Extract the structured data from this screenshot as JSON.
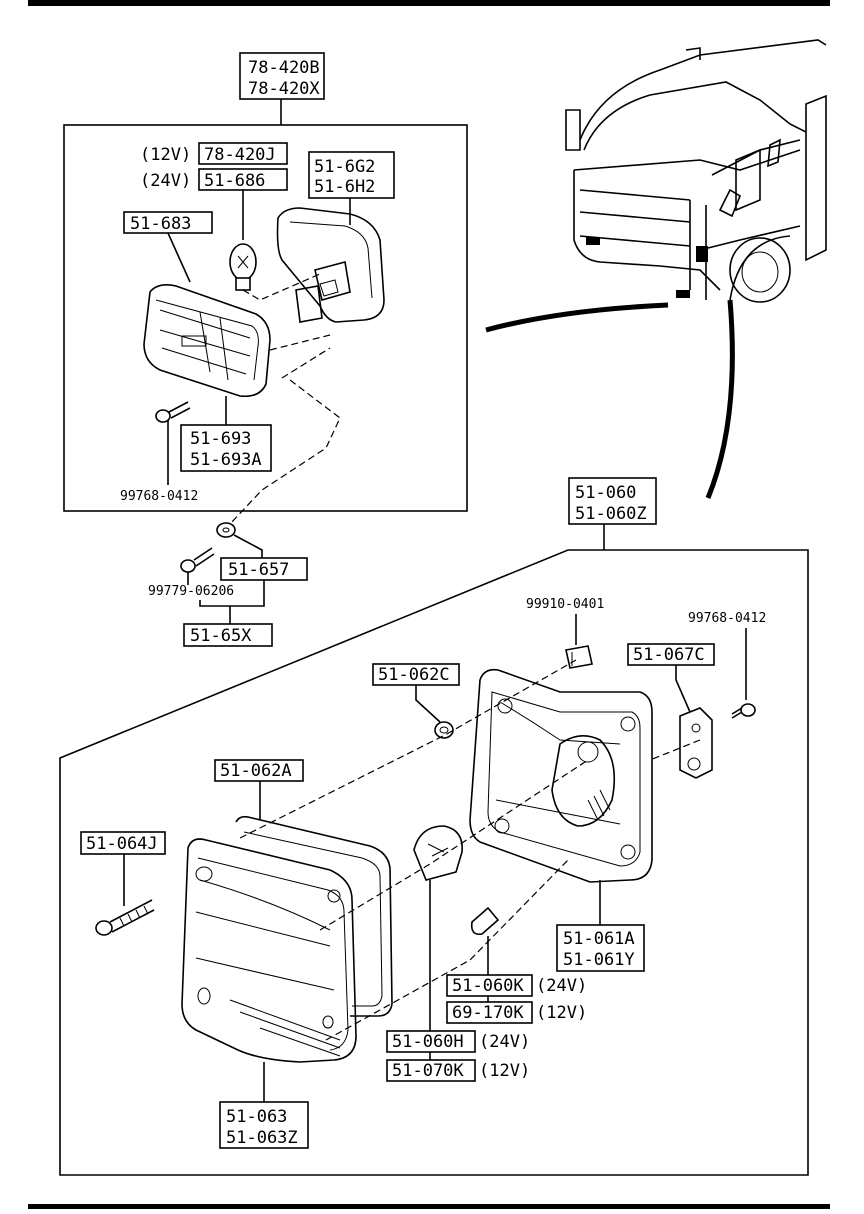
{
  "labels": {
    "top_group_a": "78-420B",
    "top_group_b": "78-420X",
    "bulb_12v_volt": "(12V)",
    "bulb_12v_part": "78-420J",
    "bulb_24v_volt": "(24V)",
    "bulb_24v_part": "51-686",
    "housing_a": "51-6G2",
    "housing_b": "51-6H2",
    "lamp_part": "51-683",
    "lens_a": "51-693",
    "lens_b": "51-693A",
    "screw_top": "99768-0412",
    "washer": "51-657",
    "screw_mid": "99779-06206",
    "kit": "51-65X",
    "side_group_a": "51-060",
    "side_group_b": "51-060Z",
    "clip": "99910-0401",
    "screw_right": "99768-0412",
    "bracket": "51-067C",
    "grommet": "51-062C",
    "gasket": "51-062A",
    "screw_left": "51-064J",
    "socket_a": "51-061A",
    "socket_b": "51-061Y",
    "bulb_small_24v_part": "51-060K",
    "bulb_small_24v_volt": "(24V)",
    "bulb_small_12v_part": "69-170K",
    "bulb_small_12v_volt": "(12V)",
    "bulb_large_24v_part": "51-060H",
    "bulb_large_24v_volt": "(24V)",
    "bulb_large_12v_part": "51-070K",
    "bulb_large_12v_volt": "(12V)",
    "lens_side_a": "51-063",
    "lens_side_b": "51-063Z"
  }
}
